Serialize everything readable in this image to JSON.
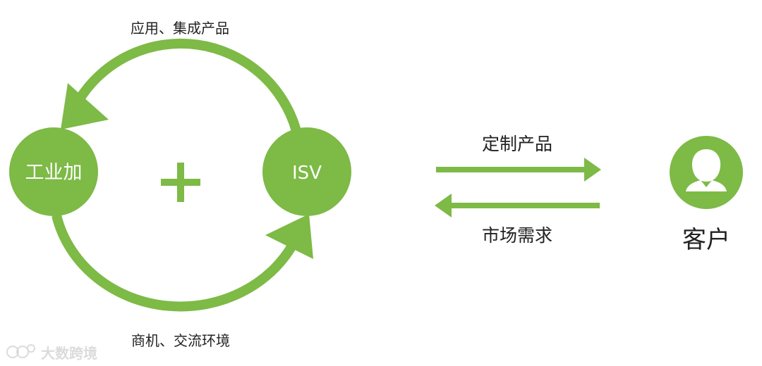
{
  "colors": {
    "green": "#7dba46",
    "text": "#222222",
    "white": "#ffffff"
  },
  "nodes": {
    "left": "工业加",
    "right": "ISV",
    "customer": "客户"
  },
  "center_symbol": "+",
  "labels": {
    "top_arc": "应用、集成产品",
    "bottom_arc": "商机、交流环境",
    "arrow_right": "定制产品",
    "arrow_left": "市场需求"
  },
  "icons": {
    "customer_icon": "user-silhouette-icon",
    "watermark_icon": "brand-logo-icon"
  },
  "watermark": {
    "text": "大数跨境"
  }
}
